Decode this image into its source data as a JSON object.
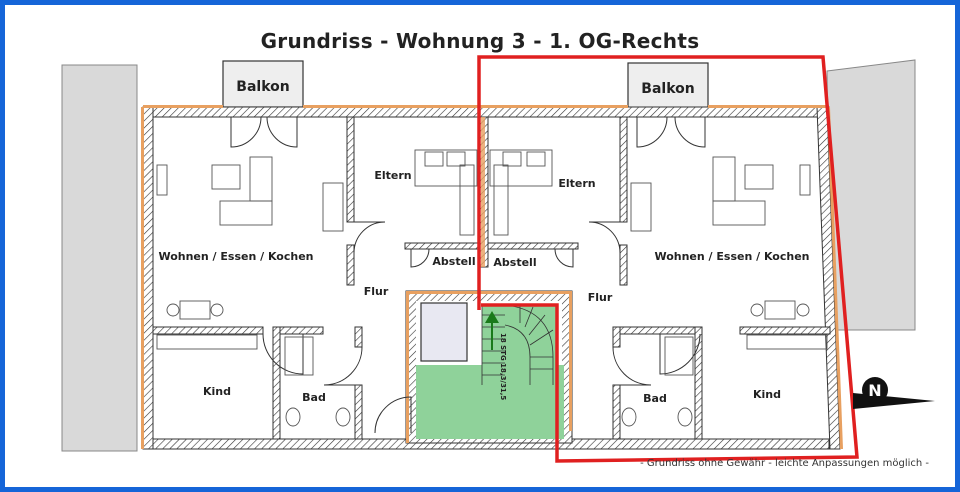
{
  "title": "Grundriss - Wohnung 3 - 1. OG-Rechts",
  "rooms": {
    "balkon_left": "Balkon",
    "balkon_right": "Balkon",
    "eltern_left": "Eltern",
    "eltern_right": "Eltern",
    "wohnen_left": "Wohnen / Essen / Kochen",
    "wohnen_right": "Wohnen / Essen / Kochen",
    "abstell_left": "Abstell",
    "abstell_right": "Abstell",
    "flur_left": "Flur",
    "flur_right": "Flur",
    "kind_left": "Kind",
    "kind_right": "Kind",
    "bad_left": "Bad",
    "bad_right": "Bad"
  },
  "stairs_label": "18 STG 18,3/31,5",
  "compass_label": "N",
  "footer": "- Grundriss ohne Gewähr - leichte Anpassungen möglich -",
  "colors": {
    "frame": "#1565d8",
    "highlight": "#e02020",
    "wall_insulation": "#e8a060",
    "stair_area": "#8fd29a",
    "neighbor_building": "#d9d9d9"
  }
}
